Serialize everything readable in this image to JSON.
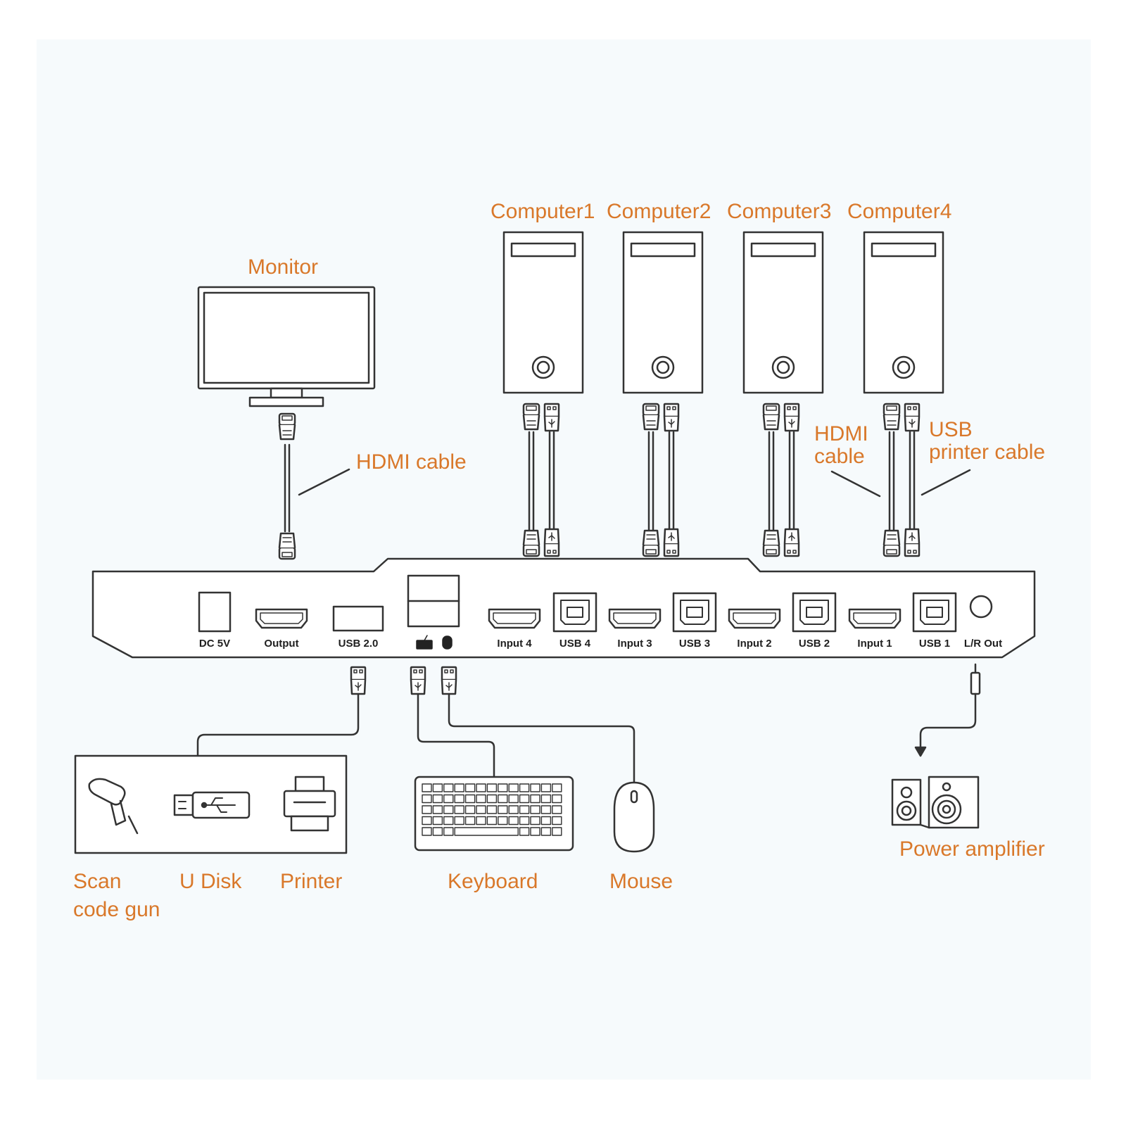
{
  "colors": {
    "background": "#f6fafc",
    "label": "#d9782a",
    "line": "#333333"
  },
  "labels": {
    "monitor": "Monitor",
    "computer1": "Computer1",
    "computer2": "Computer2",
    "computer3": "Computer3",
    "computer4": "Computer4",
    "hdmi_cable_left": "HDMI cable",
    "hdmi_cable_right_1": "HDMI",
    "hdmi_cable_right_2": "cable",
    "usb_printer_cable_1": "USB",
    "usb_printer_cable_2": "printer cable",
    "scan_code_gun_1": "Scan",
    "scan_code_gun_2": "code gun",
    "u_disk": "U Disk",
    "printer": "Printer",
    "keyboard": "Keyboard",
    "mouse": "Mouse",
    "power_amplifier": "Power amplifier"
  },
  "ports": {
    "dc5v": "DC 5V",
    "output": "Output",
    "usb20": "USB 2.0",
    "input4": "Input 4",
    "usb4": "USB 4",
    "input3": "Input 3",
    "usb3": "USB 3",
    "input2": "Input 2",
    "usb2": "USB 2",
    "input1": "Input 1",
    "usb1": "USB 1",
    "lr_out": "L/R Out"
  },
  "icons": {
    "keyboard_port": "keyboard-icon",
    "mouse_port": "mouse-icon",
    "scanner": "barcode-scanner-icon",
    "usb_drive": "usb-drive-icon",
    "printer": "printer-icon",
    "speakers": "speaker-icon"
  }
}
